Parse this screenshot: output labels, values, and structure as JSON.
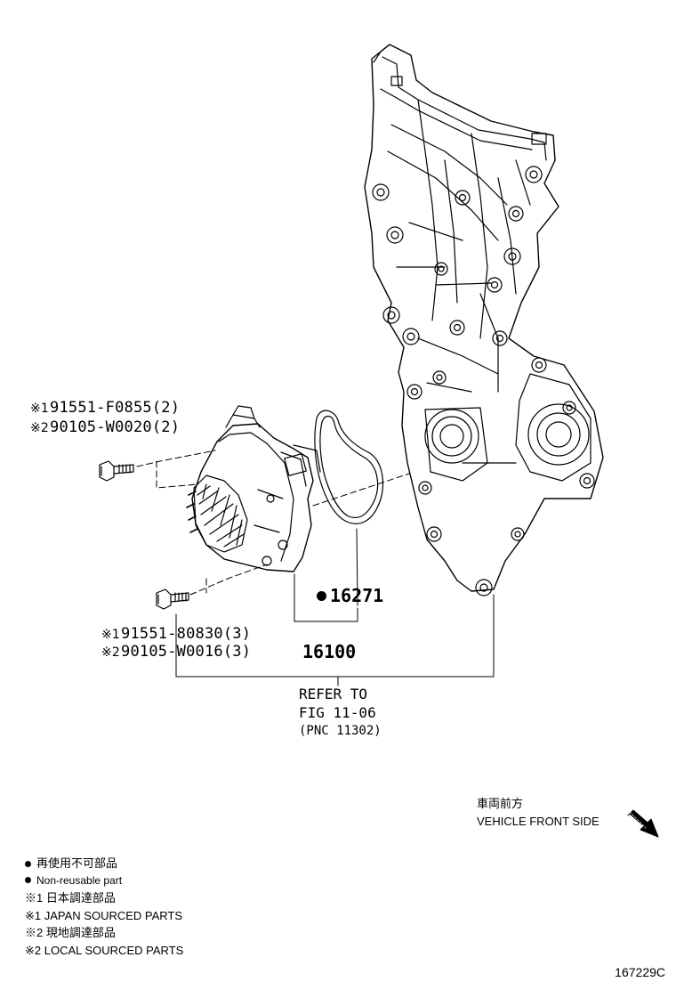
{
  "callouts": {
    "upper_bolt": [
      {
        "mark": "※1",
        "text": "91551-F0855(2)"
      },
      {
        "mark": "※2",
        "text": "90105-W0020(2)"
      }
    ],
    "lower_bolt": [
      {
        "mark": "※1",
        "text": "91551-80830(3)"
      },
      {
        "mark": "※2",
        "text": "90105-W0016(3)"
      }
    ],
    "gasket": "16271",
    "pump": "16100",
    "refer": [
      "REFER TO",
      "FIG 11-06",
      "(PNC 11302)"
    ]
  },
  "direction": {
    "jp": "車両前方",
    "en": "VEHICLE FRONT SIDE"
  },
  "legend": [
    "再使用不可部品",
    "Non-reusable part",
    "※1 日本調達部品",
    "※1 JAPAN SOURCED PARTS",
    "※2 現地調達部品",
    "※2 LOCAL SOURCED PARTS"
  ],
  "figure_code": "167229C"
}
